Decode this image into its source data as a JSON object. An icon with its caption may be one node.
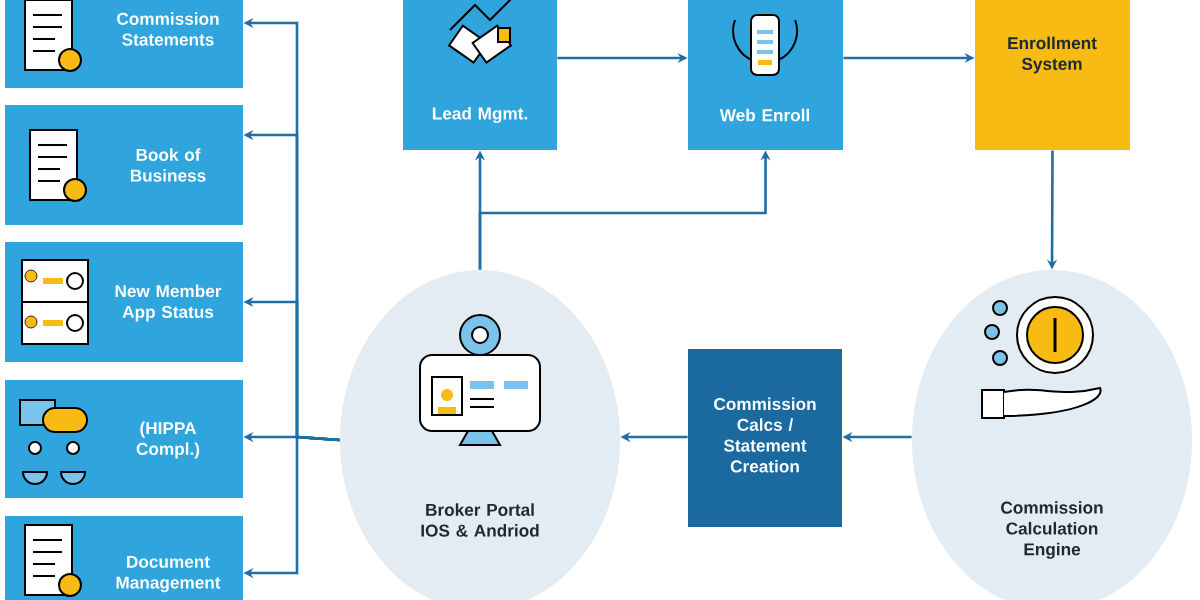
{
  "diagram": {
    "nodes": [
      {
        "text": [
          "Commission Statements"
        ]
      },
      {
        "text": [
          "Book of Business"
        ]
      },
      {
        "text": [
          "New Member App Status"
        ]
      },
      {
        "text": [
          "(HIPPA Compl.)"
        ]
      },
      {
        "text": [
          "Document Management"
        ]
      },
      {
        "text": [
          "Lead Mgmt."
        ]
      },
      {
        "text": [
          "Web Enroll"
        ]
      },
      {
        "text": [
          "Enrollment System"
        ]
      },
      {
        "text": [
          "Broker Portal IOS & Andriod"
        ]
      },
      {
        "text": [
          "Commission Calcs / Statement Creation"
        ]
      },
      {
        "text": [
          "Commission Calculation Engine"
        ]
      }
    ],
    "edges": [
      {
        "from": 8,
        "to": 0,
        "arrow": "to"
      },
      {
        "from": 8,
        "to": 1,
        "arrow": "to"
      },
      {
        "from": 8,
        "to": 2,
        "arrow": "to"
      },
      {
        "from": 8,
        "to": 3,
        "arrow": "to"
      },
      {
        "from": 8,
        "to": 4,
        "arrow": "to"
      },
      {
        "from": 5,
        "to": 6,
        "arrow": "to"
      },
      {
        "from": 6,
        "to": 7,
        "arrow": "to"
      },
      {
        "from": 7,
        "to": 10,
        "arrow": "to"
      },
      {
        "from": 10,
        "to": 9,
        "arrow": "to"
      },
      {
        "from": 9,
        "to": 8,
        "arrow": "to"
      },
      {
        "from": 8,
        "to": 5,
        "arrow": "to"
      },
      {
        "from": 8,
        "to": 6,
        "arrow": "to"
      }
    ]
  }
}
